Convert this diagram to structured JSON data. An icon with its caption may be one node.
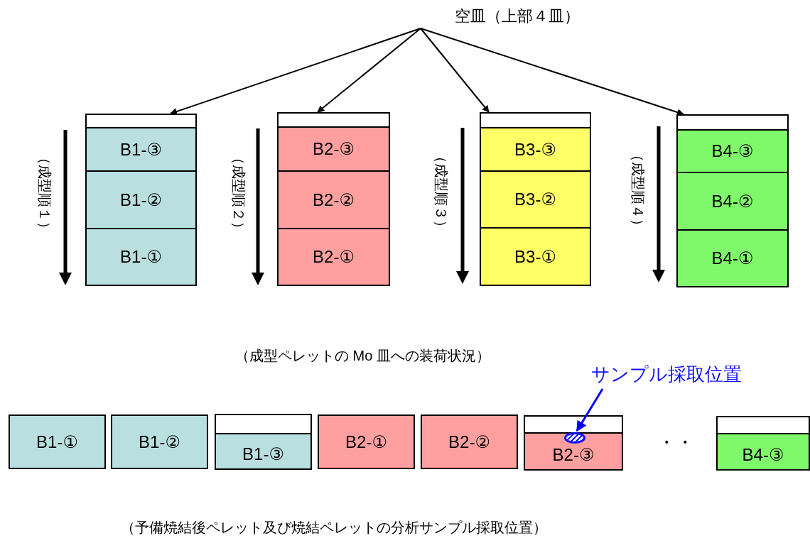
{
  "diagram": {
    "nodes": [
      {
        "text": [
          "空皿（上部４皿）"
        ]
      },
      {
        "text": [],
        "shape": "box"
      },
      {
        "text": [
          "B1-③"
        ]
      },
      {
        "text": [
          "B1-②"
        ]
      },
      {
        "text": [
          "B1-①"
        ]
      },
      {
        "text": [],
        "shape": "box"
      },
      {
        "text": [
          "B2-③"
        ]
      },
      {
        "text": [
          "B2-②"
        ]
      },
      {
        "text": [
          "B2-①"
        ]
      },
      {
        "text": [],
        "shape": "box"
      },
      {
        "text": [
          "B3-③"
        ]
      },
      {
        "text": [
          "B3-②"
        ]
      },
      {
        "text": [
          "B3-①"
        ]
      },
      {
        "text": [],
        "shape": "box"
      },
      {
        "text": [
          "B4-③"
        ]
      },
      {
        "text": [
          "B4-②"
        ]
      },
      {
        "text": [
          "B4-①"
        ]
      },
      {
        "text": [
          "サンプル採取位置"
        ]
      },
      {
        "text": [
          "B1-①"
        ]
      },
      {
        "text": [
          "B1-②"
        ]
      },
      {
        "text": [
          "B1-③"
        ]
      },
      {
        "text": [
          "B2-①"
        ]
      },
      {
        "text": [
          "B2-②"
        ]
      },
      {
        "text": [
          "B2-③"
        ]
      },
      {
        "text": [],
        "shape": "circle",
        "in": 23
      },
      {
        "text": [
          "B4-③"
        ]
      }
    ],
    "edges": [
      {
        "from": 0,
        "to": 1,
        "arrow": "to"
      },
      {
        "from": 0,
        "to": 5,
        "arrow": "to"
      },
      {
        "from": 0,
        "to": 9,
        "arrow": "to"
      },
      {
        "from": 0,
        "to": 13,
        "arrow": "to"
      },
      {
        "from": 17,
        "to": 24,
        "arrow": "to",
        "color": "#0000ff"
      }
    ],
    "labels": [
      "（成型順１）",
      "（成型順２）",
      "（成型順３）",
      "（成型順４）",
      "（成型ペレットの Mo 皿への装荷状況）",
      "・・",
      "（予備焼結後ペレット及び焼結ペレットの分析サンプル採取位置）"
    ]
  }
}
